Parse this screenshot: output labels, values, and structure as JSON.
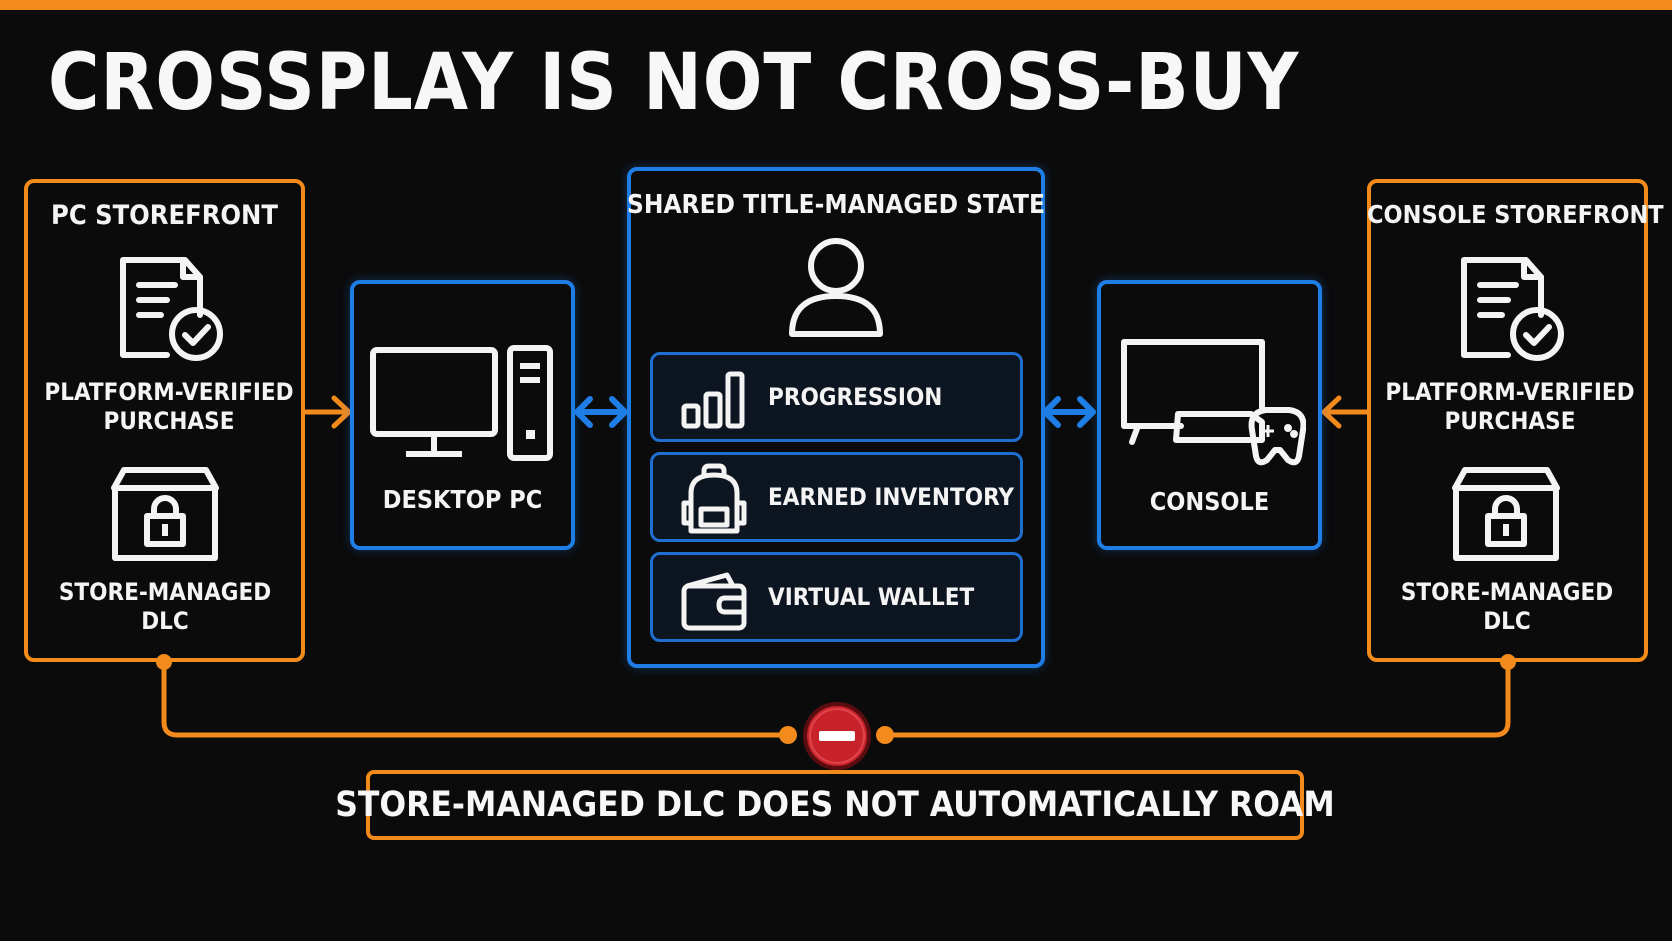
{
  "title": "CROSSPLAY IS NOT CROSS-BUY",
  "pc_store": {
    "header": "PC STOREFRONT",
    "purchase": "PLATFORM-VERIFIED PURCHASE",
    "dlc": "STORE-MANAGED DLC"
  },
  "console_store": {
    "header": "CONSOLE STOREFRONT",
    "purchase": "PLATFORM-VERIFIED PURCHASE",
    "dlc": "STORE-MANAGED DLC"
  },
  "desktop": {
    "label": "DESKTOP PC"
  },
  "console": {
    "label": "CONSOLE"
  },
  "shared": {
    "header": "SHARED TITLE-MANAGED STATE",
    "items": [
      {
        "label": "PROGRESSION",
        "icon": "bar-chart-icon"
      },
      {
        "label": "EARNED INVENTORY",
        "icon": "backpack-icon"
      },
      {
        "label": "VIRTUAL WALLET",
        "icon": "wallet-icon"
      }
    ]
  },
  "caption": "STORE-MANAGED DLC DOES NOT AUTOMATICALLY ROAM",
  "colors": {
    "accent_orange": "#f28a1c",
    "accent_blue": "#1f7ee6",
    "blocked_red": "#d7262e",
    "background": "#0b0b0c"
  }
}
